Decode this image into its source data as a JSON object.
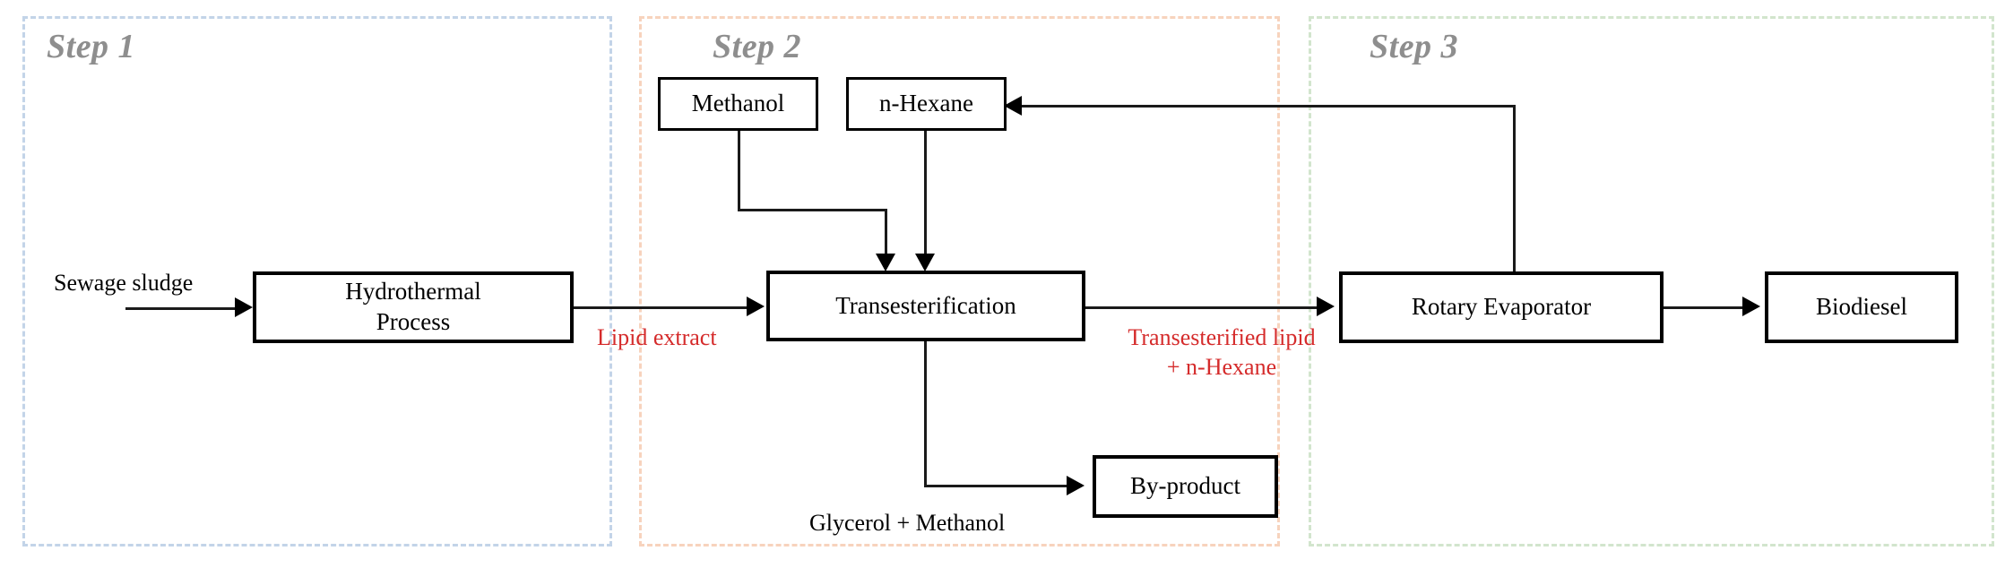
{
  "diagram": {
    "title": "Biodiesel production from sewage sludge process flow",
    "colors": {
      "step1_border": "#c3d4e8",
      "step2_border": "#f7d3bd",
      "step3_border": "#d2e5cd",
      "node_border": "#000000",
      "connector": "#1a1a1a",
      "step_label": "#8e8e8e",
      "red_label": "#d52b2b",
      "black_label": "#000000",
      "background": "#ffffff"
    },
    "steps": [
      {
        "id": "step-1",
        "label": "Step 1"
      },
      {
        "id": "step-2",
        "label": "Step 2"
      },
      {
        "id": "step-3",
        "label": "Step 3"
      }
    ],
    "nodes": [
      {
        "id": "hydrothermal-process",
        "label": "Hydrothermal\nProcess",
        "line1": "Hydrothermal",
        "line2": "Process"
      },
      {
        "id": "methanol",
        "label": "Methanol"
      },
      {
        "id": "n-hexane",
        "label": "n-Hexane"
      },
      {
        "id": "transesterification",
        "label": "Transesterification"
      },
      {
        "id": "rotary-evaporator",
        "label": "Rotary Evaporator"
      },
      {
        "id": "biodiesel",
        "label": "Biodiesel"
      },
      {
        "id": "by-product",
        "label": "By-product"
      }
    ],
    "stream_labels": [
      {
        "id": "sewage-sludge",
        "text": "Sewage sludge",
        "color": "black"
      },
      {
        "id": "lipid-extract",
        "text": "Lipid extract",
        "color": "red"
      },
      {
        "id": "transesterified-lipid-line1",
        "text": "Transesterified lipid",
        "color": "red"
      },
      {
        "id": "transesterified-lipid-line2",
        "text": "+ n-Hexane",
        "color": "red"
      },
      {
        "id": "glycerol-methanol",
        "text": "Glycerol + Methanol",
        "color": "black"
      }
    ]
  }
}
